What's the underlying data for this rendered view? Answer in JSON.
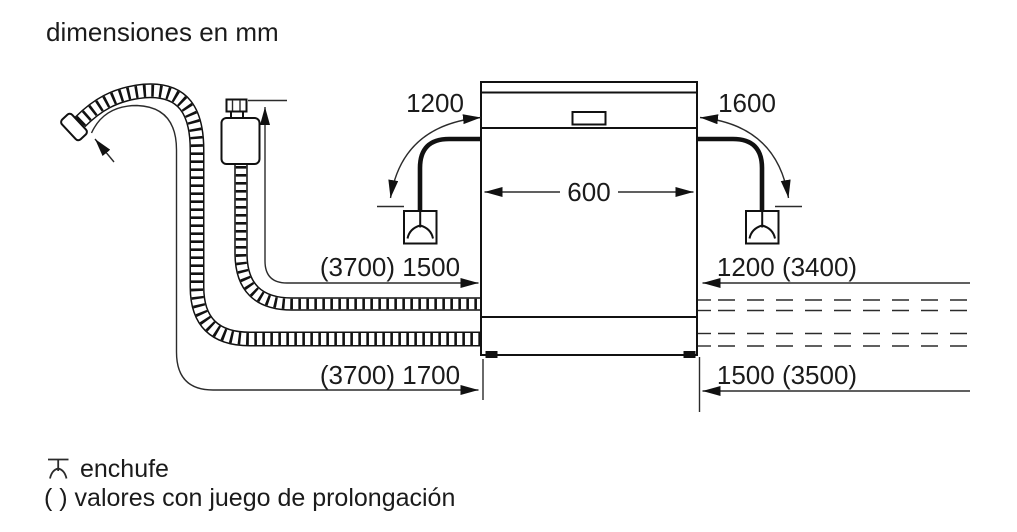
{
  "title": "dimensiones en mm",
  "dimensions": {
    "cable_left": "1200",
    "cable_right": "1600",
    "appliance_width": "600",
    "supply_hose_length": "(3700) 1500",
    "right_upper_length": "1200 (3400)",
    "drain_hose_length": "(3700) 1700",
    "right_lower_length": "1500 (3500)"
  },
  "legend": {
    "plug_label": "enchufe",
    "parentheses_label": "( ) valores con juego de prolongación"
  },
  "colors": {
    "line": "#111111",
    "text": "#1b1b1b",
    "background": "#ffffff"
  }
}
